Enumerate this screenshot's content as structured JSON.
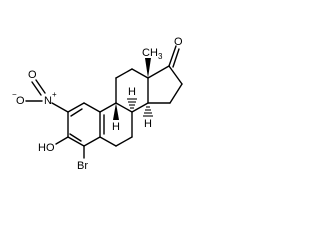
{
  "labels": {
    "ketone_o": "O",
    "methyl_c": "C",
    "methyl_h": "H",
    "methyl_3": "3",
    "nitro_o1": "O",
    "nitro_n": "N",
    "nitro_charge": "+",
    "nitro_o2": "O",
    "nitro_minus": "−",
    "h8": "H",
    "h9": "H",
    "h14": "H",
    "hydroxyl": "HO",
    "bromo": "Br"
  }
}
